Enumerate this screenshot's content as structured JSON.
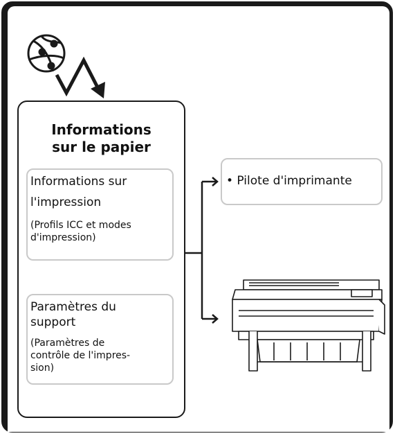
{
  "paper_info": {
    "title_line1": "Informations",
    "title_line2": "sur le papier"
  },
  "print_info": {
    "heading_line1": "Informations sur",
    "heading_line2": "l'impression",
    "note_line1": "(Profils ICC et modes",
    "note_line2": "d'impression)"
  },
  "media_settings": {
    "heading_line1": "Paramètres du",
    "heading_line2": "support",
    "note_line1": "(Paramètres de",
    "note_line2": "contrôle de l'impres-",
    "note_line3": "sion)"
  },
  "targets": {
    "driver_label": "• Pilote d'imprimante"
  },
  "icons": {
    "network": "globe-network-icon",
    "printer": "large-format-printer"
  }
}
